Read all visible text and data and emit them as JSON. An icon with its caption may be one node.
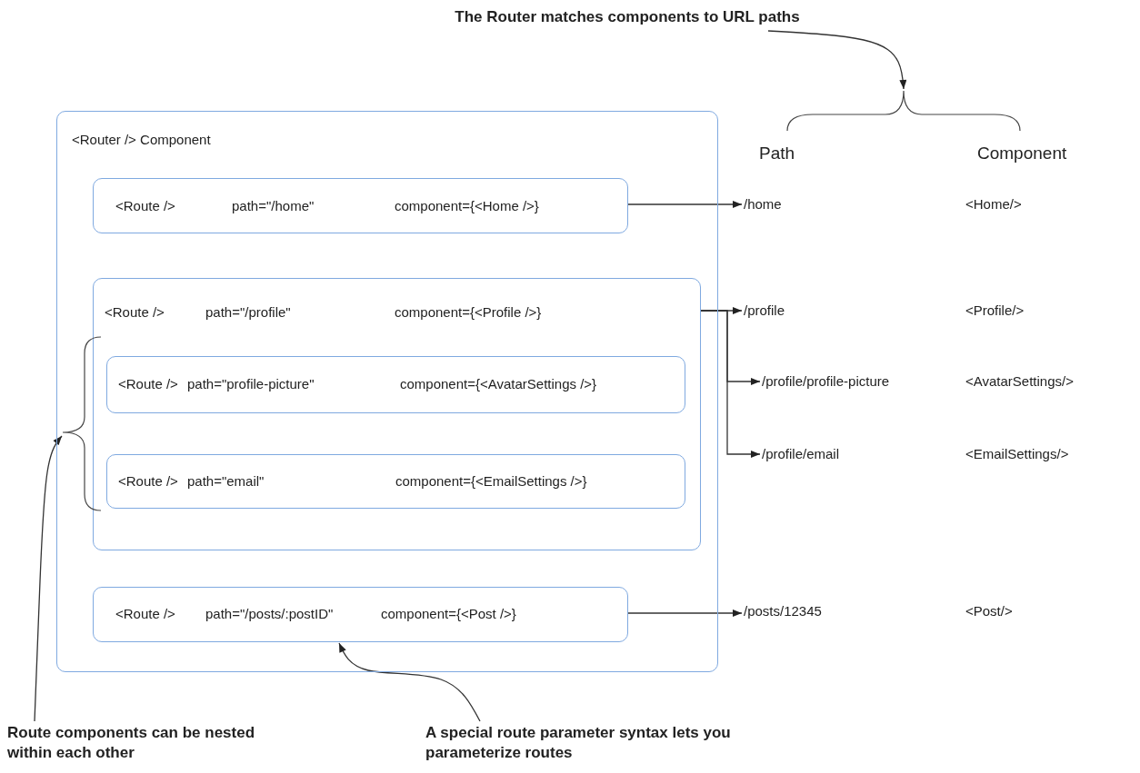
{
  "diagram": {
    "nodes": [
      {
        "text": [
          "The Router matches components to URL paths"
        ]
      },
      {
        "text": [],
        "shape": "bracket"
      },
      {
        "text": [
          "<Router /> Component"
        ]
      },
      {
        "text": [
          "<Route />",
          "path=\"/home\"",
          "component={<Home />}"
        ],
        "in": 2
      },
      {
        "text": [
          "/home"
        ]
      },
      {
        "text": [
          "<Route />",
          "path=\"/profile\"",
          "component={<Profile />}"
        ],
        "in": 2
      },
      {
        "text": [
          "/profile"
        ]
      },
      {
        "text": [
          "<Route />",
          "path=\"profile-picture\"",
          "component={<AvatarSettings />}"
        ],
        "in": 5
      },
      {
        "text": [
          "/profile/profile-picture"
        ]
      },
      {
        "text": [],
        "shape": "bracket",
        "in": 2
      },
      {
        "text": [
          "<Route />",
          "path=\"email\"",
          "component={<EmailSettings />}"
        ],
        "in": 5
      },
      {
        "text": [
          "/profile/email"
        ]
      },
      {
        "text": [
          "<Route />",
          "path=\"/posts/:postID\"",
          "component={<Post />}"
        ],
        "in": 2
      },
      {
        "text": [
          "/posts/12345"
        ]
      },
      {
        "text": [
          "Route components can be nested within each other"
        ]
      },
      {
        "text": [
          "A special route parameter syntax lets you parameterize routes"
        ]
      }
    ],
    "edges": [
      {
        "from": 0,
        "to": 1,
        "arrow": "to"
      },
      {
        "from": 3,
        "to": 4,
        "arrow": "to"
      },
      {
        "from": 5,
        "to": 6,
        "arrow": "to"
      },
      {
        "from": 5,
        "to": 8,
        "arrow": "to"
      },
      {
        "from": 5,
        "to": 11,
        "arrow": "to"
      },
      {
        "from": 12,
        "to": 13,
        "arrow": "to"
      },
      {
        "from": 14,
        "to": 9,
        "arrow": "to"
      },
      {
        "from": 15,
        "to": 12,
        "arrow": "to"
      }
    ],
    "labels": [
      "Path",
      "Component",
      "<Home/>",
      "<Profile/>",
      "<AvatarSettings/>",
      "<EmailSettings/>",
      "<Post/>"
    ]
  }
}
